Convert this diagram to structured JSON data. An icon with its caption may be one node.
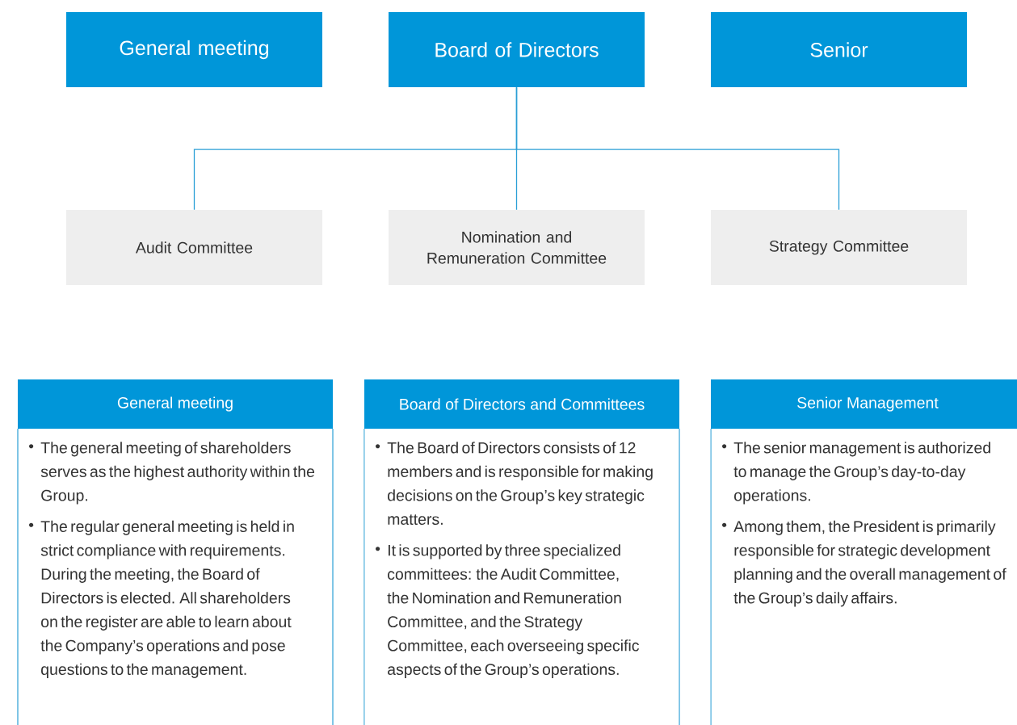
{
  "diagram": {
    "nodes": [
      {
        "text": [
          "General meeting"
        ]
      },
      {
        "text": [
          "Board of Directors"
        ]
      },
      {
        "text": [
          "Senior"
        ]
      },
      {
        "text": [
          "Audit Committee"
        ]
      },
      {
        "text": [
          "Nomination and Remuneration Committee"
        ]
      },
      {
        "text": [
          "Strategy Committee"
        ]
      },
      {
        "text": [
          "General meeting",
          "The general meeting of shareholders serves as the highest authority within the Group.",
          "The regular general meeting is held in strict compliance with requirements. During the meeting, the Board of Directors is elected. All shareholders on the register are able to learn about the Company’s operations and pose questions to the management."
        ]
      },
      {
        "text": [
          "Board of Directors and Committees",
          "The Board of Directors consists of 12 members and is responsible for making decisions on the Group’s key strategic matters.",
          "It is supported by three specialized committees: the Audit Committee, the Nomination and Remuneration Committee, and the Strategy Committee, each overseeing specific aspects of the Group’s operations."
        ]
      },
      {
        "text": [
          "Senior Management",
          "The senior management is authorized to manage the Group’s day-to-day operations.",
          "Among them, the President is primarily responsible for strategic development planning and the overall management of the Group’s daily affairs."
        ]
      }
    ],
    "edges": [
      {
        "from": 1,
        "to": 3,
        "arrow": "none"
      },
      {
        "from": 1,
        "to": 4,
        "arrow": "none"
      },
      {
        "from": 1,
        "to": 5,
        "arrow": "none"
      }
    ]
  }
}
